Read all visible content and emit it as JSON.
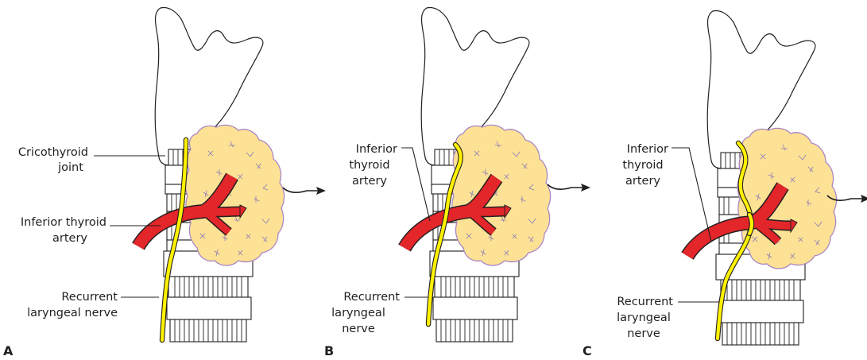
{
  "panels": [
    {
      "id": "A",
      "letter": "A",
      "labels": {
        "joint_line1": "Cricothyroid",
        "joint_line2": "joint",
        "artery_line1": "Inferior thyroid",
        "artery_line2": "artery",
        "nerve_line1": "Recurrent",
        "nerve_line2": "laryngeal nerve"
      }
    },
    {
      "id": "B",
      "letter": "B",
      "labels": {
        "artery_line1": "Inferior",
        "artery_line2": "thyroid",
        "artery_line3": "artery",
        "nerve_line1": "Recurrent",
        "nerve_line2": "laryngeal",
        "nerve_line3": "nerve"
      }
    },
    {
      "id": "C",
      "letter": "C",
      "labels": {
        "artery_line1": "Inferior",
        "artery_line2": "thyroid",
        "artery_line3": "artery",
        "nerve_line1": "Recurrent",
        "nerve_line2": "laryngeal",
        "nerve_line3": "nerve"
      }
    }
  ],
  "colors": {
    "gland_fill": "#fde295",
    "gland_outline": "#a986c4",
    "artery": "#e2262a",
    "nerve": "#fff200",
    "outline": "#231f20"
  }
}
